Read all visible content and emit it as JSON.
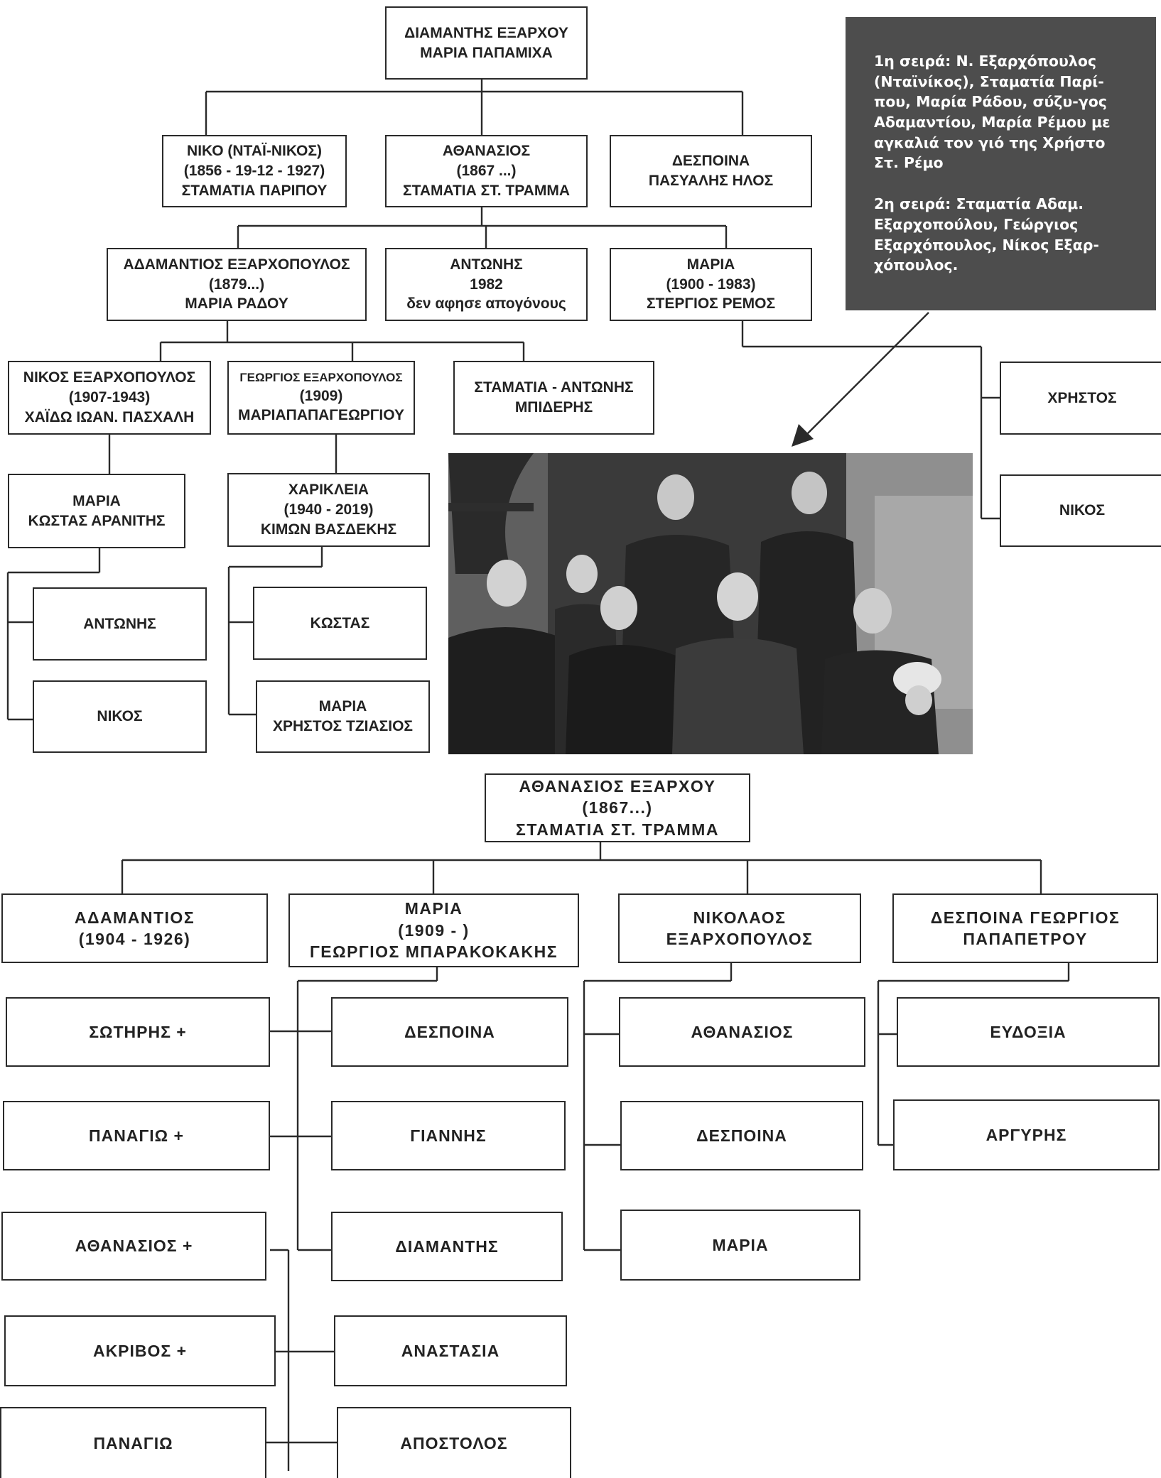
{
  "family_tree_1": {
    "root": [
      "ΔΙΑΜΑΝΤΗΣ ΕΞΑΡΧΟΥ",
      "ΜΑΡΙΑ ΠΑΠΑΜΙΧΑ"
    ],
    "children": [
      [
        "ΝΙΚΟ (ΝΤΑΪ-ΝΙΚΟΣ)",
        "(1856 - 19-12 - 1927)",
        "ΣΤΑΜΑΤΙΑ ΠΑΡΙΠΟΥ"
      ],
      [
        "ΑΘΑΝΑΣΙΟΣ",
        "(1867 ...)",
        "ΣΤΑΜΑΤΙΑ ΣΤ. ΤΡΑΜΜΑ"
      ],
      [
        "ΔΕΣΠΟΙΝΑ",
        "ΠΑΣΥΑΛΗΣ ΗΛΟΣ"
      ]
    ],
    "grandchildren": [
      [
        "ΑΔΑΜΑΝΤΙΟΣ ΕΞΑΡΧΟΠΟΥΛΟΣ",
        "(1879...)",
        "ΜΑΡΙΑ ΡΑΔΟΥ"
      ],
      [
        "ΑΝΤΩΝΗΣ",
        "1982",
        "δεν αφησε απογόνους"
      ],
      [
        "ΜΑΡΙΑ",
        "(1900 - 1983)",
        "ΣΤΕΡΓΙΟΣ ΡΕΜΟΣ"
      ]
    ],
    "adamantios_children": [
      [
        "ΝΙΚΟΣ ΕΞΑΡΧΟΠΟΥΛΟΣ",
        "(1907-1943)",
        "ΧΑΪΔΩ ΙΩΑΝ. ΠΑΣΧΑΛΗ"
      ],
      [
        "ΓΕΩΡΓΙΟΣ ΕΞΑΡΧΟΠΟΥΛΟΣ",
        "(1909)",
        "ΜΑΡΙΑΠΑΠΑΓΕΩΡΓΙΟΥ"
      ],
      [
        "ΣΤΑΜΑΤΙΑ - ΑΝΤΩΝΗΣ",
        "ΜΠΙΔΕΡΗΣ"
      ]
    ],
    "nikos_child": [
      "ΜΑΡΙΑ",
      "ΚΩΣΤΑΣ ΑΡΑΝΙΤΗΣ"
    ],
    "maria_children": [
      "ΑΝΤΩΝΗΣ",
      "ΝΙΚΟΣ"
    ],
    "georgios_child": [
      "ΧΑΡΙΚΛΕΙΑ",
      "(1940 - 2019)",
      "ΚΙΜΩΝ ΒΑΣΔΕΚΗΣ"
    ],
    "charikleia_children": [
      [
        "ΚΩΣΤΑΣ"
      ],
      [
        "ΜΑΡΙΑ",
        "ΧΡΗΣΤΟΣ ΤΖΙΑΣΙΟΣ"
      ]
    ],
    "remos_children": [
      "ΧΡΗΣΤΟΣ",
      "ΝΙΚΟΣ"
    ]
  },
  "caption": {
    "row1": "1η σειρά: Ν. Εξαρχόπουλος (Νταϊνίκος), Σταματία Παρί-που, Μαρία Ράδου, σύζυ-γος Αδαμαντίου, Μαρία Ρέμου με αγκαλιά τον γιό της Χρήστο Στ. Ρέμο",
    "row2": "2η σειρά: Σταματία Αδαμ. Εξαρχοπούλου, Γεώργιος Εξαρχόπουλος, Νίκος Εξαρ-χόπουλος."
  },
  "family_tree_2": {
    "root": [
      "ΑΘΑΝΑΣΙΟΣ ΕΞΑΡΧΟΥ",
      "(1867...)",
      "ΣΤΑΜΑΤΙΑ ΣΤ. ΤΡΑΜΜΑ"
    ],
    "children": [
      [
        "ΑΔΑΜΑΝΤΙΟΣ",
        "(1904 - 1926)"
      ],
      [
        "ΜΑΡΙΑ",
        "(1909 - )",
        "ΓΕΩΡΓΙΟΣ ΜΠΑΡΑΚΟΚΑΚΗΣ"
      ],
      [
        "ΝΙΚΟΛΑΟΣ",
        "ΕΞΑΡΧΟΠΟΥΛΟΣ"
      ],
      [
        "ΔΕΣΠΟΙΝΑ ΓΕΩΡΓΙΟΣ",
        "ΠΑΠΑΠΕΤΡΟΥ"
      ]
    ],
    "maria_children": [
      "ΔΕΣΠΟΙΝΑ",
      "ΓΙΑΝΝΗΣ",
      "ΔΙΑΜΑΝΤΗΣ",
      "ΑΝΑΣΤΑΣΙΑ",
      "ΑΠΟΣΤΟΛΟΣ"
    ],
    "left_column": [
      "ΣΩΤΗΡΗΣ +",
      "ΠΑΝΑΓΙΩ +",
      "ΑΘΑΝΑΣΙΟΣ +",
      "ΑΚΡΙΒΟΣ +",
      "ΠΑΝΑΓΙΩ"
    ],
    "nikolaos_children": [
      "ΑΘΑΝΑΣΙΟΣ",
      "ΔΕΣΠΟΙΝΑ",
      "ΜΑΡΙΑ"
    ],
    "despoina_children": [
      "ΕΥΔΟΞΙΑ",
      "ΑΡΓΥΡΗΣ"
    ]
  }
}
